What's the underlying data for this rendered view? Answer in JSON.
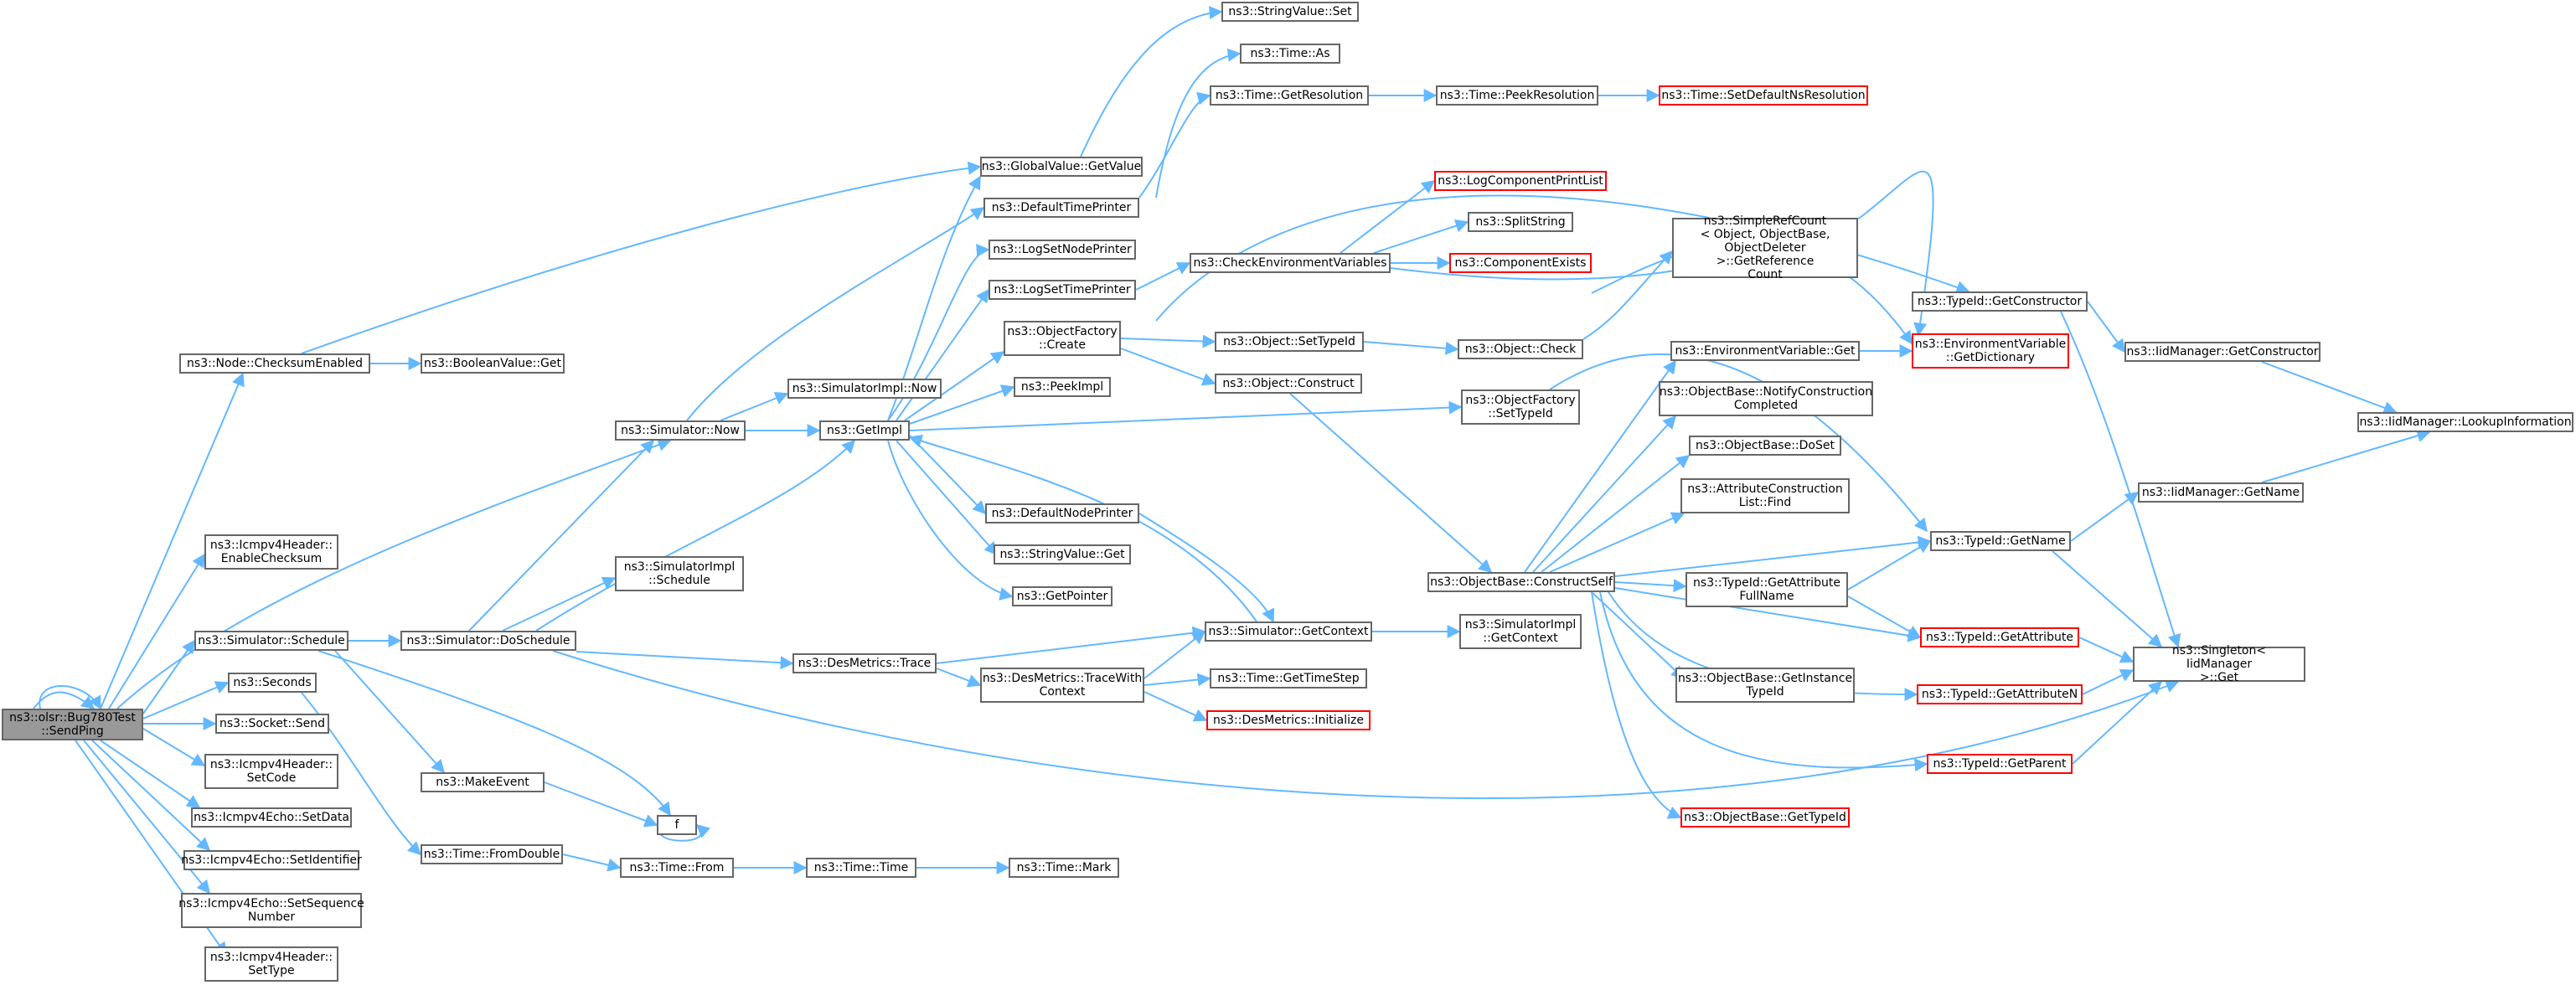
{
  "nodes": {
    "root": {
      "label": "ns3::olsr::Bug780Test\n::SendPing"
    },
    "checksum_enabled": {
      "label": "ns3::Node::ChecksumEnabled"
    },
    "icmp_enable_checksum": {
      "label": "ns3::Icmpv4Header::\nEnableChecksum"
    },
    "sim_schedule": {
      "label": "ns3::Simulator::Schedule"
    },
    "seconds": {
      "label": "ns3::Seconds"
    },
    "socket_send": {
      "label": "ns3::Socket::Send"
    },
    "icmp_set_code": {
      "label": "ns3::Icmpv4Header::\nSetCode"
    },
    "echo_set_data": {
      "label": "ns3::Icmpv4Echo::SetData"
    },
    "echo_set_identifier": {
      "label": "ns3::Icmpv4Echo::SetIdentifier"
    },
    "echo_set_sequence": {
      "label": "ns3::Icmpv4Echo::SetSequence\nNumber"
    },
    "icmp_set_type": {
      "label": "ns3::Icmpv4Header::\nSetType"
    },
    "boolean_get": {
      "label": "ns3::BooleanValue::Get"
    },
    "sim_now": {
      "label": "ns3::Simulator::Now"
    },
    "sim_do_schedule": {
      "label": "ns3::Simulator::DoSchedule"
    },
    "make_event": {
      "label": "ns3::MakeEvent"
    },
    "time_from_double": {
      "label": "ns3::Time::FromDouble"
    },
    "simimpl_now": {
      "label": "ns3::SimulatorImpl::Now"
    },
    "simimpl_schedule": {
      "label": "ns3::SimulatorImpl\n::Schedule"
    },
    "get_impl": {
      "label": "ns3::GetImpl"
    },
    "des_trace": {
      "label": "ns3::DesMetrics::Trace"
    },
    "f": {
      "label": "f"
    },
    "time_from": {
      "label": "ns3::Time::From"
    },
    "time_time": {
      "label": "ns3::Time::Time"
    },
    "time_mark": {
      "label": "ns3::Time::Mark"
    },
    "global_get_value": {
      "label": "ns3::GlobalValue::GetValue"
    },
    "default_time_printer": {
      "label": "ns3::DefaultTimePrinter"
    },
    "log_set_node_printer": {
      "label": "ns3::LogSetNodePrinter"
    },
    "log_set_time_printer": {
      "label": "ns3::LogSetTimePrinter"
    },
    "object_factory_create": {
      "label": "ns3::ObjectFactory\n::Create"
    },
    "peek_impl": {
      "label": "ns3::PeekImpl"
    },
    "default_node_printer": {
      "label": "ns3::DefaultNodePrinter"
    },
    "string_value_get": {
      "label": "ns3::StringValue::Get"
    },
    "get_pointer": {
      "label": "ns3::GetPointer"
    },
    "des_trace_with_context": {
      "label": "ns3::DesMetrics::TraceWith\nContext"
    },
    "string_value_set": {
      "label": "ns3::StringValue::Set"
    },
    "time_as": {
      "label": "ns3::Time::As"
    },
    "time_get_resolution": {
      "label": "ns3::Time::GetResolution"
    },
    "check_env_vars": {
      "label": "ns3::CheckEnvironmentVariables"
    },
    "object_set_type_id": {
      "label": "ns3::Object::SetTypeId"
    },
    "object_construct": {
      "label": "ns3::Object::Construct"
    },
    "sim_get_context": {
      "label": "ns3::Simulator::GetContext"
    },
    "time_get_time_step": {
      "label": "ns3::Time::GetTimeStep"
    },
    "des_initialize": {
      "label": "ns3::DesMetrics::Initialize"
    },
    "time_peek_resolution": {
      "label": "ns3::Time::PeekResolution"
    },
    "log_component_print_list": {
      "label": "ns3::LogComponentPrintList"
    },
    "split_string": {
      "label": "ns3::SplitString"
    },
    "component_exists": {
      "label": "ns3::ComponentExists"
    },
    "object_check": {
      "label": "ns3::Object::Check"
    },
    "object_factory_set_type_id": {
      "label": "ns3::ObjectFactory\n::SetTypeId"
    },
    "object_base_construct_self": {
      "label": "ns3::ObjectBase::ConstructSelf"
    },
    "simimpl_get_context": {
      "label": "ns3::SimulatorImpl\n::GetContext"
    },
    "time_set_default_ns_resolution": {
      "label": "ns3::Time::SetDefaultNsResolution"
    },
    "simple_ref_count_get_ref": {
      "label": "ns3::SimpleRefCount\n< Object, ObjectBase,\nObjectDeleter >::GetReference\nCount"
    },
    "env_var_get": {
      "label": "ns3::EnvironmentVariable::Get"
    },
    "object_base_notify": {
      "label": "ns3::ObjectBase::NotifyConstruction\nCompleted"
    },
    "object_base_do_set": {
      "label": "ns3::ObjectBase::DoSet"
    },
    "attr_construction_list_find": {
      "label": "ns3::AttributeConstruction\nList::Find"
    },
    "type_id_get_attribute_full_name": {
      "label": "ns3::TypeId::GetAttribute\nFullName"
    },
    "object_base_get_instance_type_id": {
      "label": "ns3::ObjectBase::GetInstance\nTypeId"
    },
    "object_base_get_type_id": {
      "label": "ns3::ObjectBase::GetTypeId"
    },
    "type_id_get_constructor": {
      "label": "ns3::TypeId::GetConstructor"
    },
    "env_var_get_dictionary": {
      "label": "ns3::EnvironmentVariable\n::GetDictionary"
    },
    "type_id_get_name": {
      "label": "ns3::TypeId::GetName"
    },
    "type_id_get_attribute": {
      "label": "ns3::TypeId::GetAttribute"
    },
    "type_id_get_attribute_n": {
      "label": "ns3::TypeId::GetAttributeN"
    },
    "type_id_get_parent": {
      "label": "ns3::TypeId::GetParent"
    },
    "iid_manager_get_constructor": {
      "label": "ns3::IidManager::GetConstructor"
    },
    "iid_manager_get_name": {
      "label": "ns3::IidManager::GetName"
    },
    "singleton_get": {
      "label": "ns3::Singleton< IidManager\n>::Get"
    },
    "iid_manager_lookup_information": {
      "label": "ns3::IidManager::LookupInformation"
    }
  },
  "colors": {
    "edge": "#63b8ff",
    "node_border": "#666666",
    "highlight_border": "#ff0000",
    "root_fill": "#999999"
  }
}
